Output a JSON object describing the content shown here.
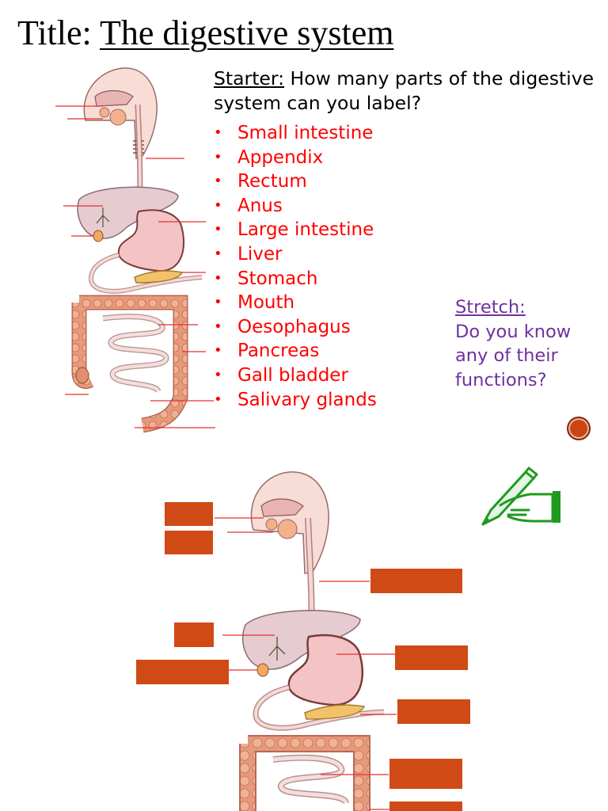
{
  "title": {
    "prefix": "Title: ",
    "text": "The digestive system"
  },
  "starter": {
    "label": "Starter:",
    "question": " How many parts of the digestive system can you label?"
  },
  "parts": [
    "Small intestine",
    "Appendix",
    "Rectum",
    "Anus",
    "Large intestine",
    "Liver",
    "Stomach",
    "Mouth",
    "Oesophagus",
    "Pancreas",
    "Gall bladder",
    "Salivary glands"
  ],
  "bullet": "•",
  "stretch": {
    "label": "Stretch:",
    "lines": [
      "Do you know",
      "any of their",
      "functions?"
    ]
  },
  "icons": {
    "nav": "next-slide-icon",
    "pencil": "hand-writing-icon"
  },
  "colors": {
    "text": "#000000",
    "parts": "#ff0000",
    "stretch": "#7030a0",
    "label_box": "#d04a16",
    "pencil": "#1f9a1f"
  }
}
